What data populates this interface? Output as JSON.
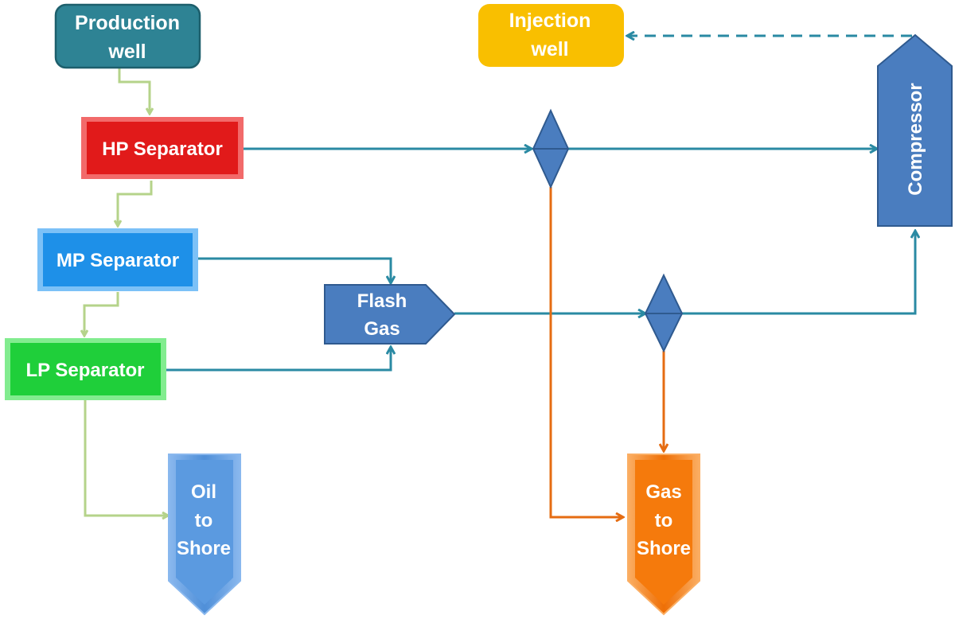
{
  "nodes": {
    "production_well": {
      "line1": "Production",
      "line2": "well"
    },
    "injection_well": {
      "line1": "Injection",
      "line2": "well"
    },
    "hp_separator": {
      "label": "HP Separator"
    },
    "mp_separator": {
      "label": "MP Separator"
    },
    "lp_separator": {
      "label": "LP Separator"
    },
    "flash_gas": {
      "line1": "Flash",
      "line2": "Gas"
    },
    "compressor": {
      "label": "Compressor"
    },
    "oil_to_shore": {
      "line1": "Oil",
      "line2": "to",
      "line3": "Shore"
    },
    "gas_to_shore": {
      "line1": "Gas",
      "line2": "to",
      "line3": "Shore"
    }
  },
  "colors": {
    "production_well": "#2e8394",
    "injection_well": "#f9bf00",
    "hp_separator": "#e11a1a",
    "mp_separator": "#1e90e8",
    "lp_separator": "#1fcf3a",
    "flash_gas": "#4a7dbf",
    "compressor": "#4a7dbf",
    "oil_to_shore": "#5b9ae0",
    "gas_to_shore": "#f57a0c",
    "liquid_line": "#b5d38a",
    "gas_line": "#2a8aa3",
    "export_gas_line": "#e56c12"
  }
}
